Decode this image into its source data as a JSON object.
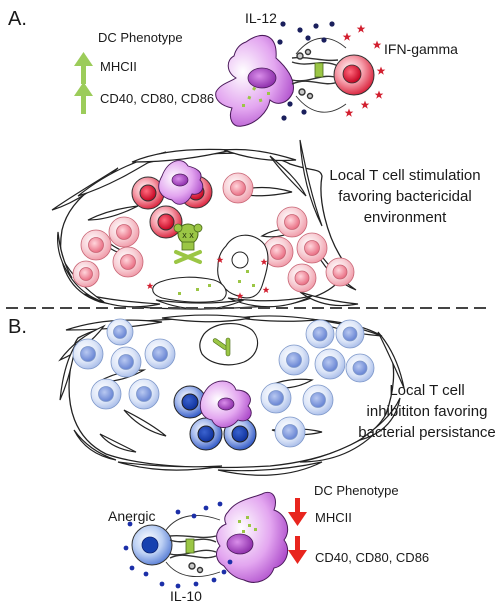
{
  "panel_a": {
    "label": "A.",
    "dc_phenotype_title": "DC Phenotype",
    "marker_1": "MHCII",
    "marker_2": "CD40, CD80, CD86",
    "cytokine_dc": "IL-12",
    "cytokine_tcell": "IFN-gamma",
    "description_lines": [
      "Local T cell stimulation",
      "favoring bactericidal",
      "environment"
    ],
    "arrow_direction": "up",
    "arrow_color": "#9ccc5a"
  },
  "panel_b": {
    "label": "B.",
    "dc_phenotype_title": "DC Phenotype",
    "marker_1": "MHCII",
    "marker_2": "CD40, CD80, CD86",
    "cytokine": "IL-10",
    "tcell_state": "Anergic",
    "description_lines": [
      "Local T cell",
      "inhibititon favoring",
      "bacterial persistance"
    ],
    "arrow_direction": "down",
    "arrow_color": "#e8251e"
  },
  "colors": {
    "dc_purple": "#b64fd0",
    "tcell_red": "#e0283f",
    "tcell_pink": "#f2a6b1",
    "tcell_blue": "#7d97db",
    "tcell_dark_blue": "#1741b0",
    "bacteria_green": "#9bc645",
    "cytokine_blue": "#1c2fa8",
    "ifn_star_red": "#d21f2f"
  }
}
